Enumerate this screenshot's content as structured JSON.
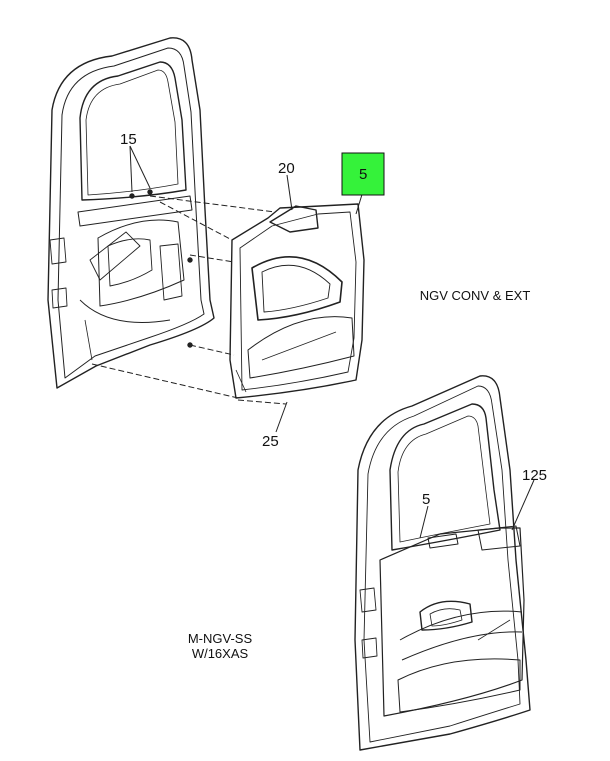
{
  "callouts": {
    "c15": "15",
    "c20": "20",
    "c5_top": "5",
    "c25": "25",
    "c5_bottom": "5",
    "c125": "125"
  },
  "captions": {
    "top_variant": "NGV CONV & EXT",
    "bottom_variant_line1": "M-NGV-SS",
    "bottom_variant_line2": "W/16XAS"
  },
  "colors": {
    "highlight": "#35f23a",
    "ink": "#111111"
  }
}
